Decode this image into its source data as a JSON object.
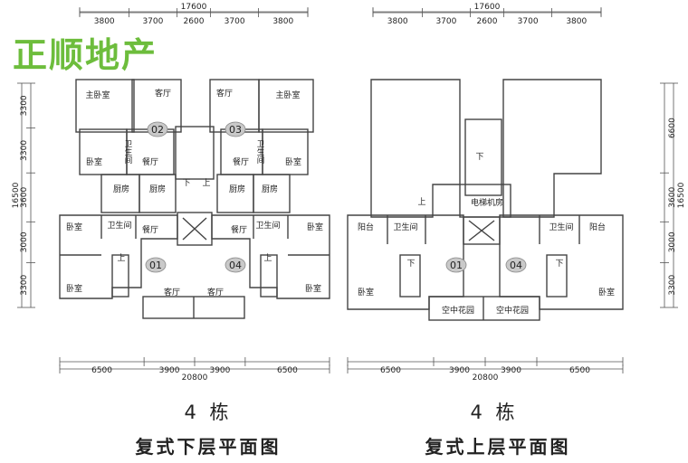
{
  "brand": {
    "text": "正顺地产",
    "color": "#6dbd3c"
  },
  "left": {
    "top_total": "17600",
    "top_dims": [
      "3800",
      "3700",
      "2600",
      "3700",
      "3800"
    ],
    "bottom_total": "20800",
    "bottom_dims": [
      "6500",
      "3900",
      "3900",
      "6500"
    ],
    "side_total": "16500",
    "side_dims": [
      "3300",
      "3300",
      "3600",
      "3000",
      "3300"
    ],
    "units": [
      "02",
      "03",
      "01",
      "04"
    ],
    "rooms": [
      "主卧室",
      "客厅",
      "客厅",
      "主卧室",
      "卫生间",
      "卫生间",
      "卧室",
      "餐厅",
      "餐厅",
      "卧室",
      "厨房",
      "厨房",
      "厨房",
      "厨房",
      "卧室",
      "卫生间",
      "卫生间",
      "卧室",
      "餐厅",
      "餐厅",
      "卧室",
      "客厅",
      "客厅",
      "卧室"
    ],
    "stairs": [
      "下",
      "上",
      "上",
      "上"
    ],
    "building": "4 栋",
    "floor": "复式下层平面图"
  },
  "right": {
    "top_total": "17600",
    "top_dims": [
      "3800",
      "3700",
      "2600",
      "3700",
      "3800"
    ],
    "bottom_total": "20800",
    "bottom_dims": [
      "6500",
      "3900",
      "3900",
      "6500"
    ],
    "side_total": "16500",
    "side_dims": [
      "6600",
      "3600",
      "3000",
      "3300"
    ],
    "units": [
      "01",
      "04"
    ],
    "rooms": [
      "电梯机房",
      "阳台",
      "卫生间",
      "卫生间",
      "阳台",
      "卧室",
      "卧室",
      "空中花园",
      "空中花园"
    ],
    "stairs": [
      "下",
      "上",
      "下",
      "下"
    ],
    "building": "4 栋",
    "floor": "复式上层平面图"
  }
}
